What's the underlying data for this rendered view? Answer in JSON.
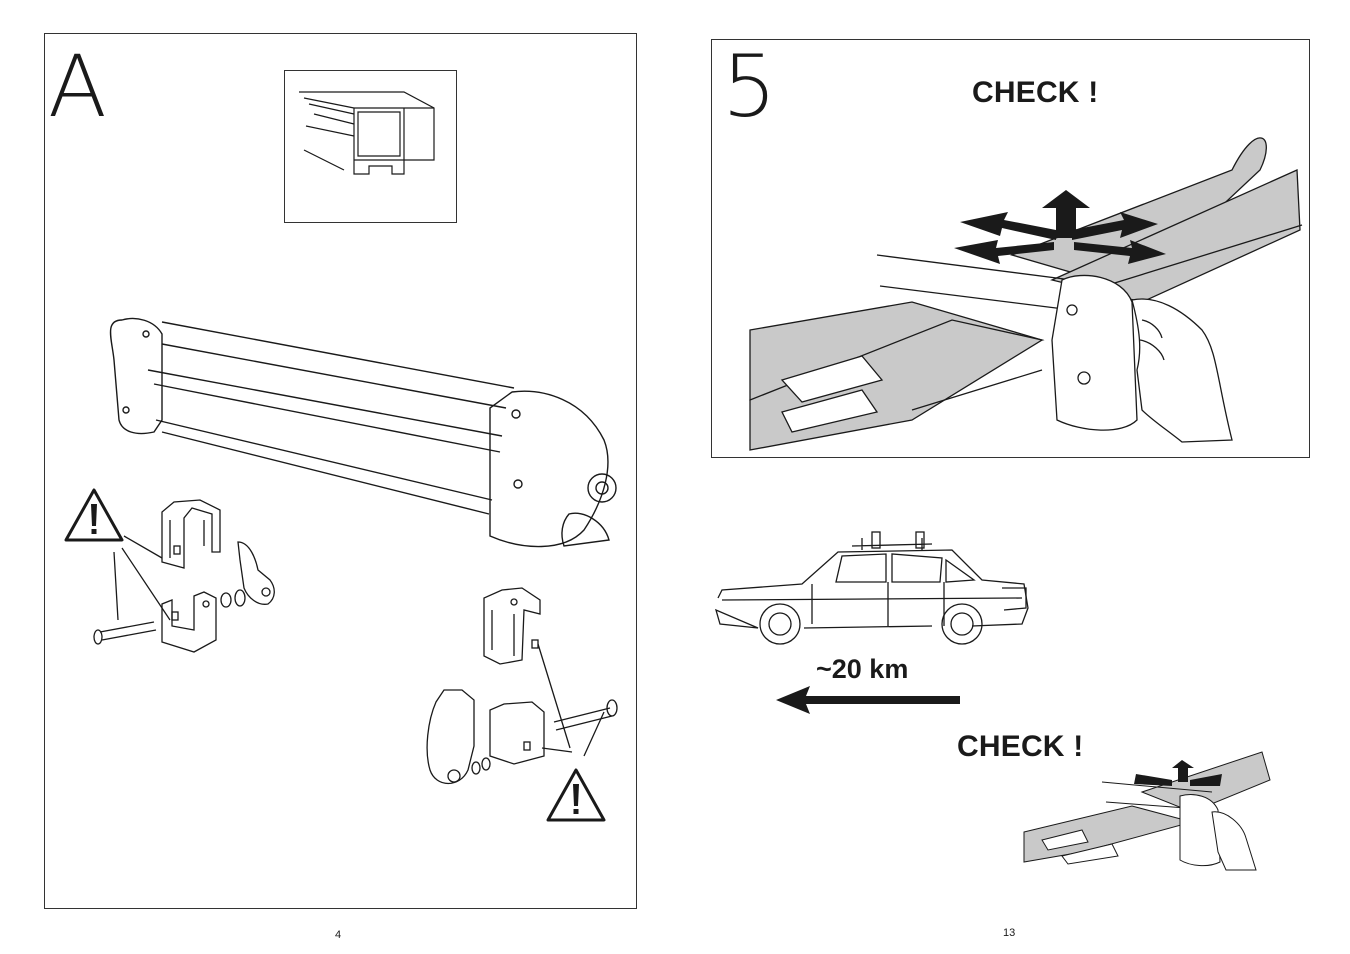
{
  "left_page": {
    "section_letter": "A",
    "page_number": "4"
  },
  "right_page": {
    "step_number": "5",
    "check_top": "CHECK !",
    "distance": "~20 km",
    "check_bottom": "CHECK !",
    "page_number": "13"
  },
  "icons": [
    "warning-triangle-icon",
    "arrow-left-icon",
    "move-arrows-icon"
  ],
  "colors": {
    "line": "#1a1a1a",
    "ski_fill": "#c9c9c9",
    "page_bg": "#ffffff"
  }
}
